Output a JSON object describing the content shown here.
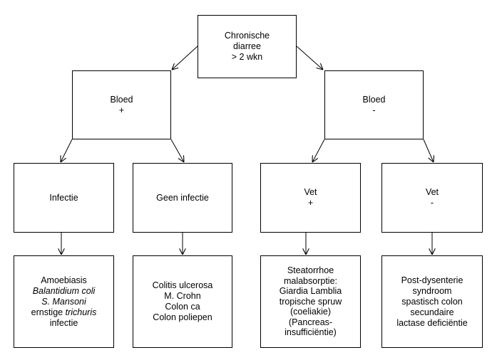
{
  "nodes": {
    "root": {
      "lines": [
        "Chronische",
        "diarree",
        "> 2 wkn"
      ]
    },
    "blood_pos": {
      "lines": [
        "Bloed",
        "+"
      ]
    },
    "blood_neg": {
      "lines": [
        "Bloed",
        "-"
      ]
    },
    "infectie": {
      "lines": [
        "Infectie"
      ]
    },
    "geen_infectie": {
      "lines": [
        "Geen infectie"
      ]
    },
    "vet_pos": {
      "lines": [
        "Vet",
        "+"
      ]
    },
    "vet_neg": {
      "lines": [
        "Vet",
        "-"
      ]
    },
    "leaf_infectie": {
      "line1": "Amoebiasis",
      "line2": "Balantidium coli",
      "line3": "S. Mansoni",
      "line4_pre": "ernstige ",
      "line4_it": "trichuris",
      "line5": "infectie"
    },
    "leaf_geen": {
      "lines": [
        "Colitis ulcerosa",
        "M. Crohn",
        "Colon ca",
        "Colon poliepen"
      ]
    },
    "leaf_vet_pos": {
      "lines": [
        "Steatorrhoe",
        "malabsorptie:",
        "Giardia Lamblia",
        "tropische spruw",
        "(coeliakie)",
        "(Pancreas-",
        "insufficiëntie)"
      ]
    },
    "leaf_vet_neg": {
      "lines": [
        "Post-dysenterie",
        "syndroom",
        "spastisch colon",
        "secundaire",
        "lactase deficiëntie"
      ]
    }
  }
}
